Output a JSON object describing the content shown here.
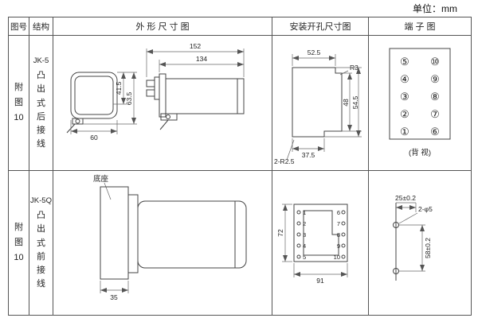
{
  "unit_label": "单位：mm",
  "headers": {
    "fig_no": "图号",
    "structure": "结构",
    "outline": "外 形 尺 寸 图",
    "installation": "安装开孔尺寸图",
    "terminal": "端 子 图"
  },
  "row1": {
    "fig_lines": [
      "附",
      "图",
      "10"
    ],
    "model": "JK-5",
    "structure_vertical": "凸出式后接线",
    "outline": {
      "dim_total": "152",
      "dim_body": "134",
      "dim_h_inner": "41.5",
      "dim_h_outer": "63.5",
      "dim_width": "60"
    },
    "install": {
      "dim_top": "52.5",
      "radius_corner": "R3",
      "dim_h_inner": "48",
      "dim_h_outer": "54.5",
      "dim_bottom": "37.5",
      "radius_note": "2-R2.5"
    },
    "terminal": {
      "left_col": [
        "⑤",
        "④",
        "③",
        "②",
        "①"
      ],
      "right_col": [
        "⑩",
        "⑨",
        "⑧",
        "⑦",
        "⑥"
      ],
      "caption": "(背 视)"
    }
  },
  "row2": {
    "fig_lines": [
      "附",
      "图",
      "10"
    ],
    "model": "JK-5Q",
    "structure_vertical": "凸出式前接线",
    "outline": {
      "base_label": "底座",
      "dim_base": "35"
    },
    "install": {
      "dim_height": "72",
      "dim_width": "91",
      "holes_left": [
        "1",
        "2",
        "3",
        "4",
        "5"
      ],
      "holes_right": [
        "6",
        "7",
        "8",
        "9",
        "10"
      ]
    },
    "terminal": {
      "dim_top": "25±0.2",
      "hole_note": "2-φ5",
      "dim_vertical": "58±0.2"
    }
  }
}
